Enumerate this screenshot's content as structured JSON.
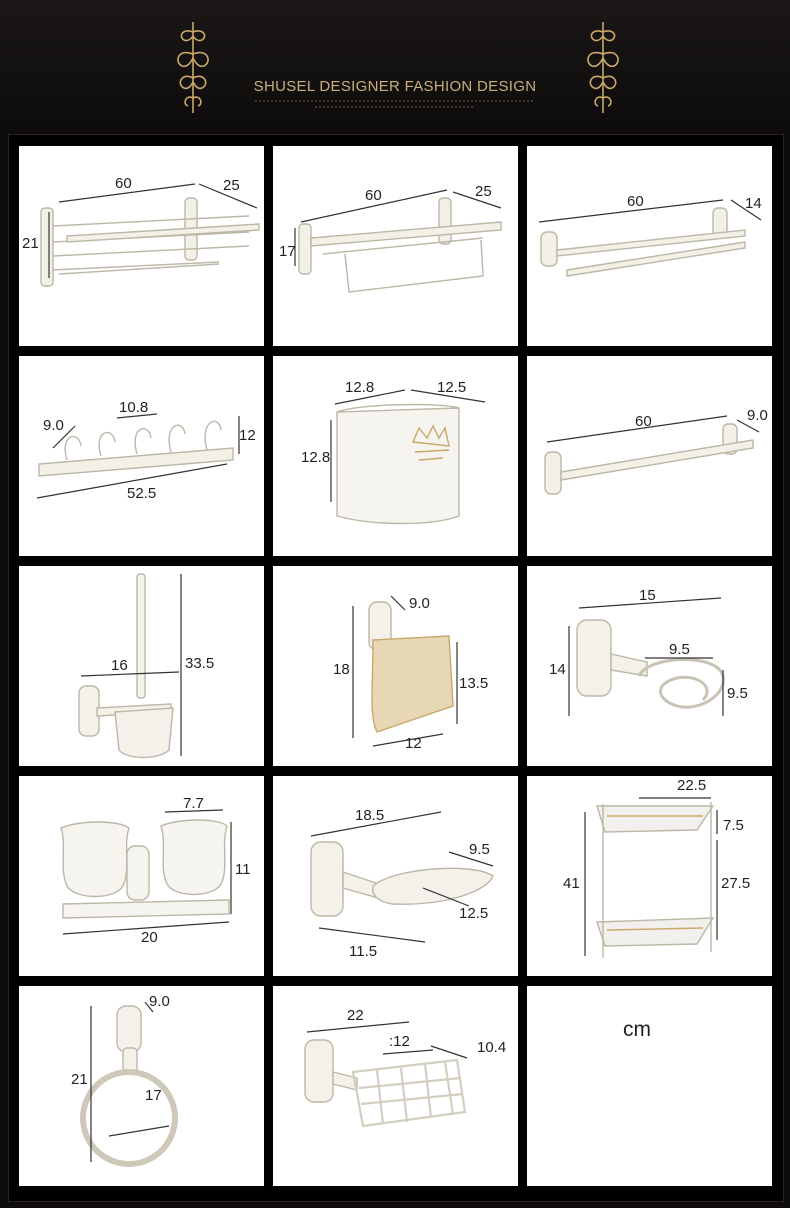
{
  "header": {
    "title": "SHUSEL DESIGNER FASHION DESIGN"
  },
  "unit_label": "cm",
  "cells": [
    {
      "name": "folding-towel-rack-1",
      "dims": [
        "60",
        "25",
        "21"
      ]
    },
    {
      "name": "folding-towel-rack-2",
      "dims": [
        "60",
        "25",
        "17"
      ]
    },
    {
      "name": "double-towel-bar",
      "dims": [
        "60",
        "14"
      ]
    },
    {
      "name": "robe-hook-rail",
      "dims": [
        "9.0",
        "10.8",
        "12",
        "52.5"
      ]
    },
    {
      "name": "toilet-paper-box",
      "dims": [
        "12.8",
        "12.5",
        "12.8"
      ]
    },
    {
      "name": "single-towel-bar",
      "dims": [
        "60",
        "9.0"
      ]
    },
    {
      "name": "toilet-brush-holder",
      "dims": [
        "16",
        "33.5"
      ]
    },
    {
      "name": "paper-holder",
      "dims": [
        "9.0",
        "18",
        "13.5",
        "12"
      ]
    },
    {
      "name": "hair-dryer-holder",
      "dims": [
        "15",
        "14",
        "9.5",
        "9.5"
      ]
    },
    {
      "name": "double-tumbler-holder",
      "dims": [
        "7.7",
        "11",
        "20"
      ]
    },
    {
      "name": "soap-dish",
      "dims": [
        "18.5",
        "9.5",
        "12.5",
        "11.5"
      ]
    },
    {
      "name": "corner-shelf",
      "dims": [
        "22.5",
        "7.5",
        "41",
        "27.5"
      ]
    },
    {
      "name": "towel-ring",
      "dims": [
        "9.0",
        "21",
        "17"
      ]
    },
    {
      "name": "soap-basket",
      "dims": [
        "22",
        ":12",
        "10.4"
      ]
    },
    {
      "name": "unit-cell",
      "dims": []
    }
  ]
}
